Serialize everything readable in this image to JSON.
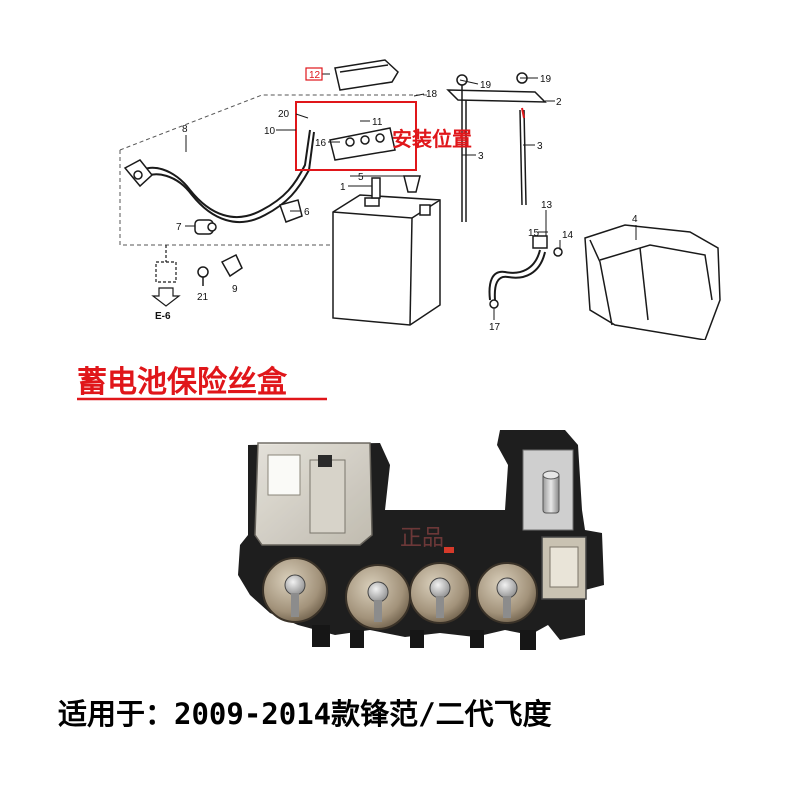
{
  "diagram": {
    "install_label": "安装位置",
    "ref_label": "E-6",
    "callouts": {
      "c1": "1",
      "c2": "2",
      "c3a": "3",
      "c3b": "3",
      "c4": "4",
      "c5": "5",
      "c6": "6",
      "c7": "7",
      "c8": "8",
      "c9": "9",
      "c10": "10",
      "c11": "11",
      "c12": "12",
      "c13": "13",
      "c14": "14",
      "c15": "15",
      "c16": "16",
      "c17": "17",
      "c18": "18",
      "c19a": "19",
      "c19b": "19",
      "c20": "20",
      "c21": "21"
    }
  },
  "product": {
    "name": "蓄电池保险丝盒",
    "watermark": "正品",
    "fitment": "适用于：2009-2014款锋范/二代飞度"
  },
  "colors": {
    "accent_red": "#e0161a",
    "line": "#1a1a1a",
    "text": "#000000"
  }
}
